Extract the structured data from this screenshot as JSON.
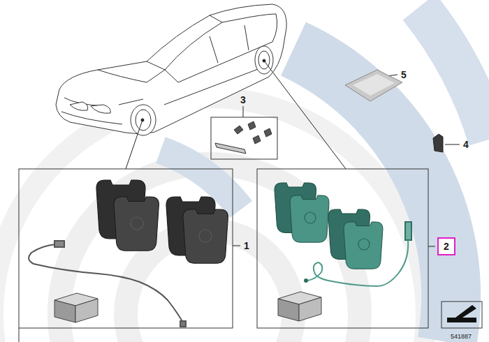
{
  "diagram": {
    "nodes": [
      {
        "text": [
          "2"
        ]
      }
    ],
    "labels": [
      "5",
      "3",
      "4",
      "1",
      "541887"
    ]
  }
}
